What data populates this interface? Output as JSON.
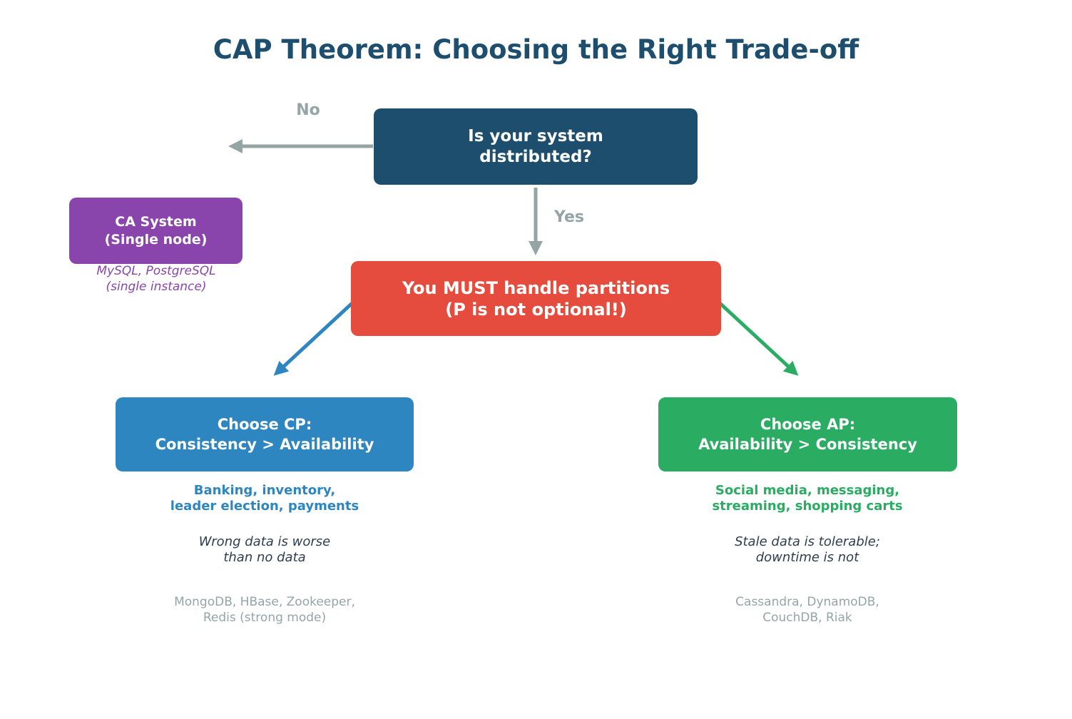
{
  "title": "CAP Theorem: Choosing the Right Trade-off",
  "colors": {
    "title": "#1d4e6e",
    "root_box": "#1d4e6e",
    "ca_box": "#8a45ad",
    "partition_box": "#e64c3d",
    "cp_box": "#2e86c1",
    "ap_box": "#2aad62",
    "arrow_gray": "#95a5a6",
    "arrow_blue": "#2e86c1",
    "arrow_green": "#2aad62",
    "note_text": "#2c3e50",
    "db_text": "#95a5a6"
  },
  "edges": {
    "no_label": "No",
    "yes_label": "Yes"
  },
  "nodes": {
    "root": {
      "line1": "Is your system",
      "line2": "distributed?"
    },
    "ca": {
      "line1": "CA System",
      "line2": "(Single node)"
    },
    "partition": {
      "line1": "You MUST handle partitions",
      "line2": "(P is not optional!)"
    },
    "cp": {
      "line1": "Choose CP:",
      "line2": "Consistency > Availability"
    },
    "ap": {
      "line1": "Choose AP:",
      "line2": "Availability > Consistency"
    }
  },
  "captions": {
    "ca_examples": {
      "line1": "MySQL, PostgreSQL",
      "line2": "(single instance)"
    },
    "cp_use_cases": {
      "line1": "Banking, inventory,",
      "line2": "leader election, payments"
    },
    "cp_note": {
      "line1": "Wrong data is worse",
      "line2": "than no data"
    },
    "cp_databases": {
      "line1": "MongoDB, HBase, Zookeeper,",
      "line2": "Redis (strong mode)"
    },
    "ap_use_cases": {
      "line1": "Social media, messaging,",
      "line2": "streaming, shopping carts"
    },
    "ap_note": {
      "line1": "Stale data is tolerable;",
      "line2": "downtime is not"
    },
    "ap_databases": {
      "line1": "Cassandra, DynamoDB,",
      "line2": "CouchDB, Riak"
    }
  }
}
